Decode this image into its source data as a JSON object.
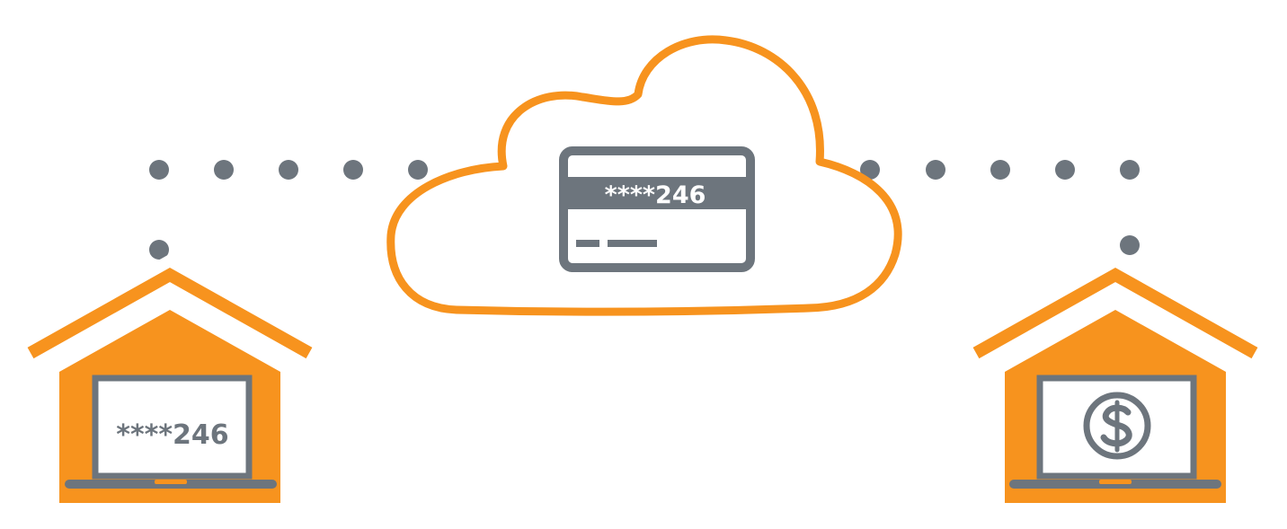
{
  "cloud_card": {
    "masked_number": "****246"
  },
  "left_house": {
    "screen_text": "****246",
    "screen_icon": "masked-card-number"
  },
  "right_house": {
    "screen_icon": "dollar-coin-icon"
  },
  "colors": {
    "orange": "#f7931e",
    "gray": "#6d757d",
    "white": "#ffffff"
  }
}
